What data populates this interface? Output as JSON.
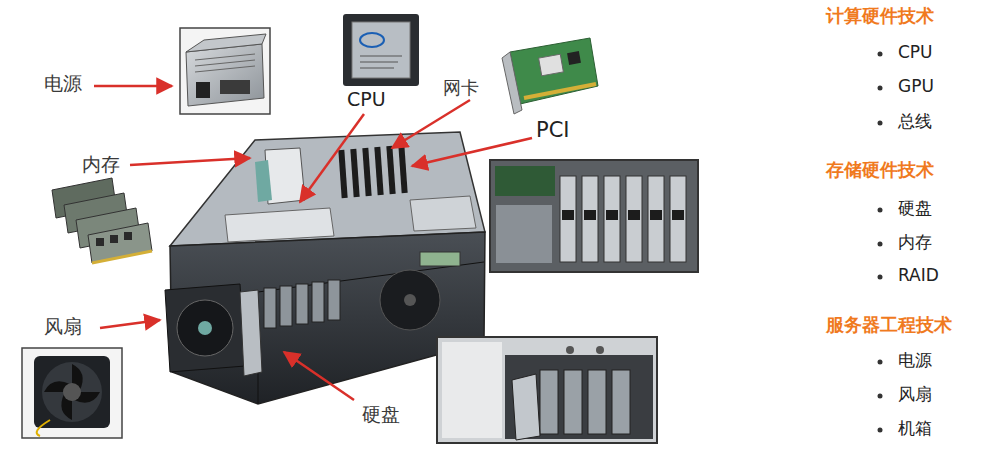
{
  "diagram": {
    "labels": [
      "电源",
      "CPU",
      "网卡",
      "PCI",
      "内存",
      "风扇",
      "硬盘",
      "计算硬件技术",
      "CPU",
      "GPU",
      "总线",
      "存储硬件技术",
      "硬盘",
      "内存",
      "RAID",
      "服务器工程技术",
      "电源",
      "风扇",
      "机箱"
    ]
  }
}
